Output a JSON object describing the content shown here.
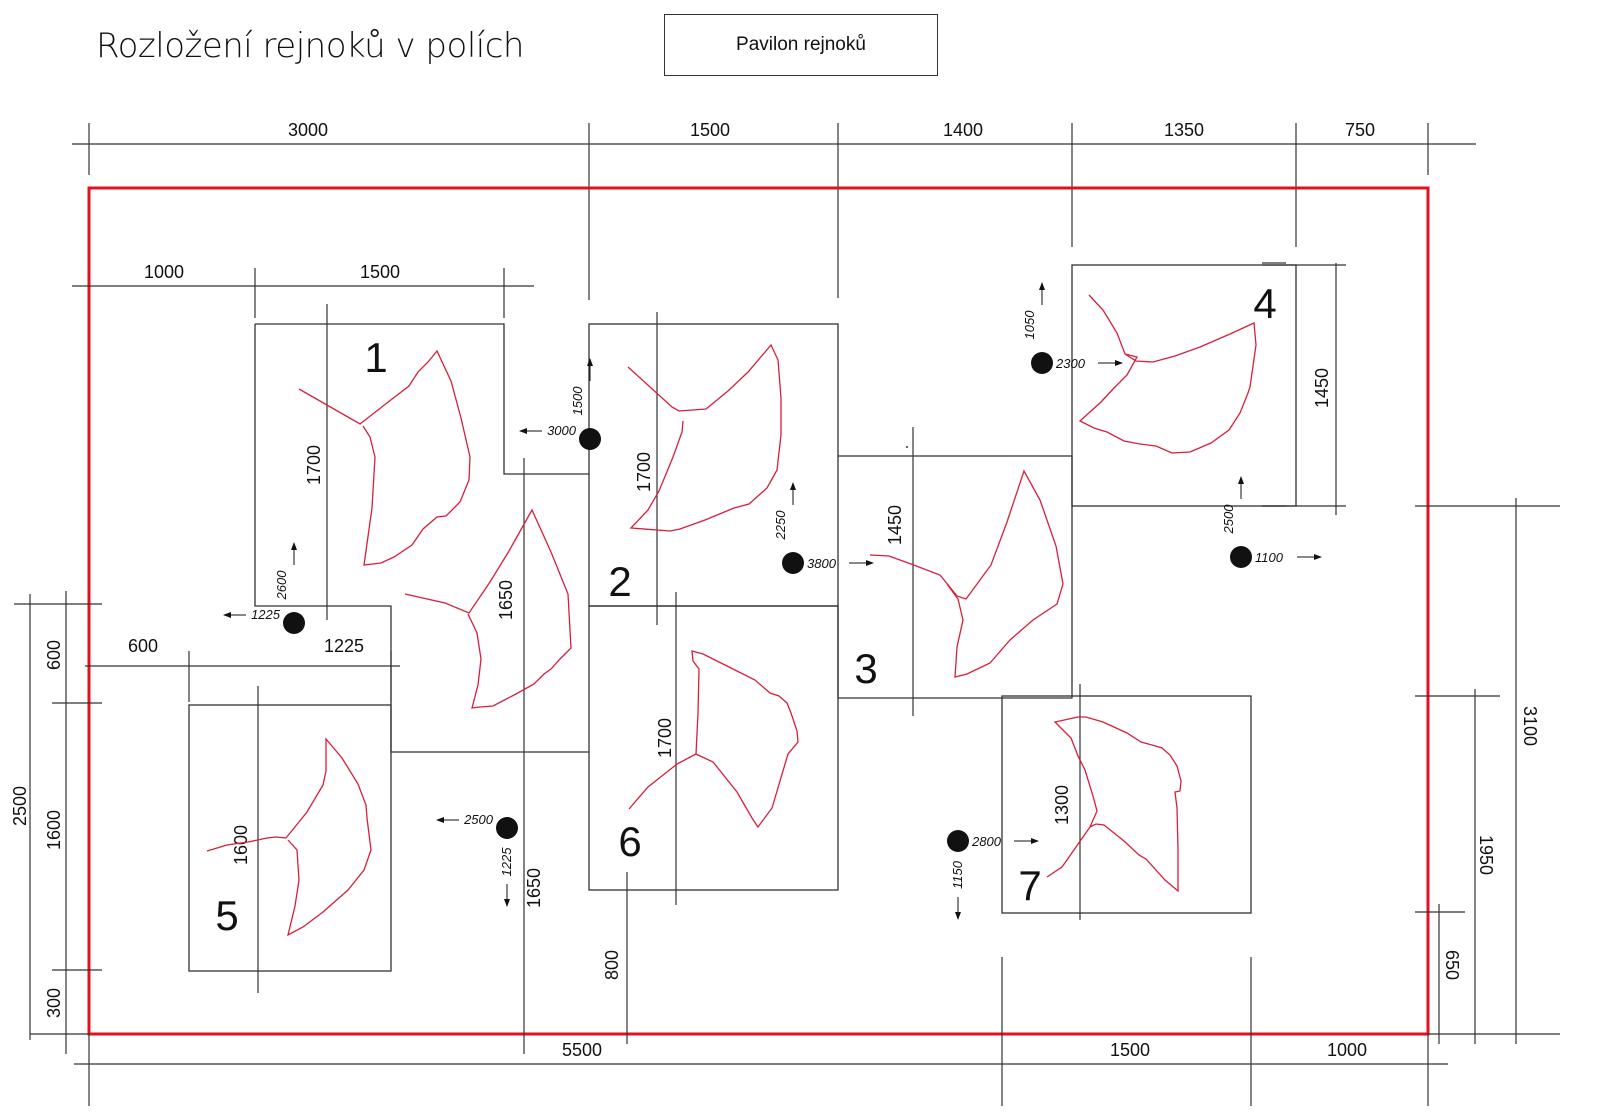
{
  "title": "Rozložení rejnoků v polích",
  "pavilion_label": "Pavilon rejnoků",
  "colors": {
    "boundary": "#e3111f",
    "ray_outline": "#d81e3a",
    "lines": "#333333",
    "points": "#111111"
  },
  "top_dimensions": [
    "3000",
    "1500",
    "1400",
    "1350",
    "750"
  ],
  "bottom_dimensions": [
    "5500",
    "1500",
    "1000"
  ],
  "left_dimensions": [
    "2500",
    "600",
    "1600",
    "300"
  ],
  "right_dimensions": [
    "3100",
    "1950",
    "650"
  ],
  "inner_dimensions": {
    "field1_offset_x": "1000",
    "field1_width": "1500",
    "field1_height": "1700",
    "field1b_height": "1650",
    "field5_offset_x": "600",
    "field5_width": "1225",
    "field5_height": "1600",
    "field2_height": "1700",
    "field3_height": "1450",
    "field4_height": "1450",
    "field6_height": "1700",
    "field6_bottom_gap": "800",
    "field7_height": "1300",
    "mid_vertical_1650": "1650"
  },
  "fields": [
    {
      "number": "1"
    },
    {
      "number": "2"
    },
    {
      "number": "3"
    },
    {
      "number": "4"
    },
    {
      "number": "5"
    },
    {
      "number": "6"
    },
    {
      "number": "7"
    }
  ],
  "measure_points": [
    {
      "name": "point-a",
      "h_value": "3000",
      "h_dir": "left",
      "v_value": "1500",
      "v_dir": "up"
    },
    {
      "name": "point-b",
      "h_value": "1225",
      "h_dir": "left",
      "v_value": "2600",
      "v_dir": "up"
    },
    {
      "name": "point-c",
      "h_value": "3800",
      "h_dir": "right",
      "v_value": "2250",
      "v_dir": "up"
    },
    {
      "name": "point-d",
      "h_value": "2300",
      "h_dir": "right",
      "v_value": "1050",
      "v_dir": "up"
    },
    {
      "name": "point-e",
      "h_value": "1100",
      "h_dir": "right",
      "v_value": "2500",
      "v_dir": "up"
    },
    {
      "name": "point-f",
      "h_value": "2500",
      "h_dir": "left",
      "v_value": "1225",
      "v_dir": "down"
    },
    {
      "name": "point-g",
      "h_value": "2800",
      "h_dir": "right",
      "v_value": "1150",
      "v_dir": "down"
    }
  ]
}
